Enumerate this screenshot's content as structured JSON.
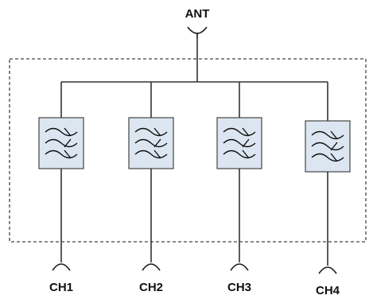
{
  "antenna": {
    "label": "ANT",
    "icon": "antenna-icon"
  },
  "filter_bank": {
    "boundary_style": "dashed",
    "filter_icon": "bandpass-filter-icon",
    "filter_fill": "#dce6f1",
    "filter_stroke": "#444444"
  },
  "channels": [
    {
      "label": "CH1"
    },
    {
      "label": "CH2"
    },
    {
      "label": "CH3"
    },
    {
      "label": "CH4"
    }
  ]
}
